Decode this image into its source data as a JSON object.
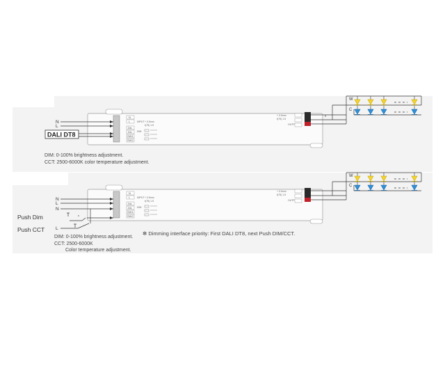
{
  "diagram_top": {
    "inputs": {
      "n": "N",
      "l": "L"
    },
    "dali_label": "DALI DT8",
    "notes": {
      "dim": "DIM: 0-100% brightness adjustment.",
      "cct": "CCT: 2500-6000K color temperature adjustment."
    },
    "driver": {
      "terminals": [
        "N",
        "L",
        "DA",
        "DA",
        "SW1",
        "SW2"
      ],
      "input_side_label": "INPUT",
      "dimming_label": "DIM",
      "temp_small": "+ 0.5mm",
      "temp_small_2": "t(75) 1.5",
      "output_small": "+ 0.5mm",
      "output_small_2": "t(75) 1.5",
      "output_side_label": "OUTPUT",
      "output_terminals": [
        "W",
        "V-",
        "C"
      ]
    },
    "led_labels": {
      "warm": "W",
      "cold": "C"
    }
  },
  "diagram_bottom": {
    "inputs": {
      "n": "N",
      "l": "L",
      "n2": "N",
      "l2": "L"
    },
    "push_dim": "Push Dim",
    "push_cct": "Push CCT",
    "notes": {
      "dim": "DIM: 0-100% brightness adjustment.",
      "cct_1": "CCT: 2500-6000K",
      "cct_2": "Color temperature adjustment."
    },
    "priority": "✻ Dimming interface priority: First DALI DT8, next Push DIM/CCT.",
    "led_labels": {
      "warm": "W",
      "cold": "C"
    }
  },
  "colors": {
    "warm_led": "#f5d432",
    "cold_led": "#2f8fd8",
    "wire": "#333333",
    "terminal_dark": "#2a2a2a",
    "terminal_red": "#c0202a",
    "panel": "#f3f3f3"
  }
}
